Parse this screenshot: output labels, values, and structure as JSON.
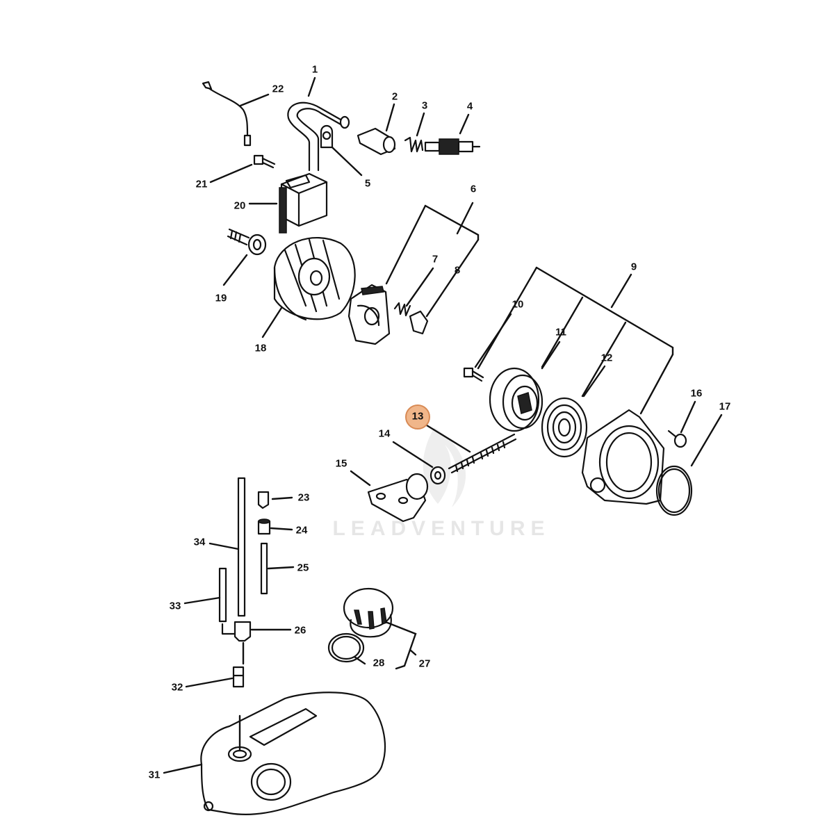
{
  "watermark": {
    "text": "LEADVENTURE"
  },
  "colors": {
    "highlight": "#f0b68a",
    "highlight_border": "#d88a55",
    "line": "#111111"
  },
  "callouts": {
    "c1": "1",
    "c2": "2",
    "c3": "3",
    "c4": "4",
    "c5": "5",
    "c6": "6",
    "c7": "7",
    "c8": "8",
    "c9": "9",
    "c10": "10",
    "c11": "11",
    "c12": "12",
    "c13": "13",
    "c14": "14",
    "c15": "15",
    "c16": "16",
    "c17": "17",
    "c18": "18",
    "c19": "19",
    "c20": "20",
    "c21": "21",
    "c22": "22",
    "c23": "23",
    "c24": "24",
    "c25": "25",
    "c26": "26",
    "c27": "27",
    "c28": "28",
    "c31": "31",
    "c32": "32",
    "c33": "33",
    "c34": "34"
  },
  "highlighted_callout": "13"
}
